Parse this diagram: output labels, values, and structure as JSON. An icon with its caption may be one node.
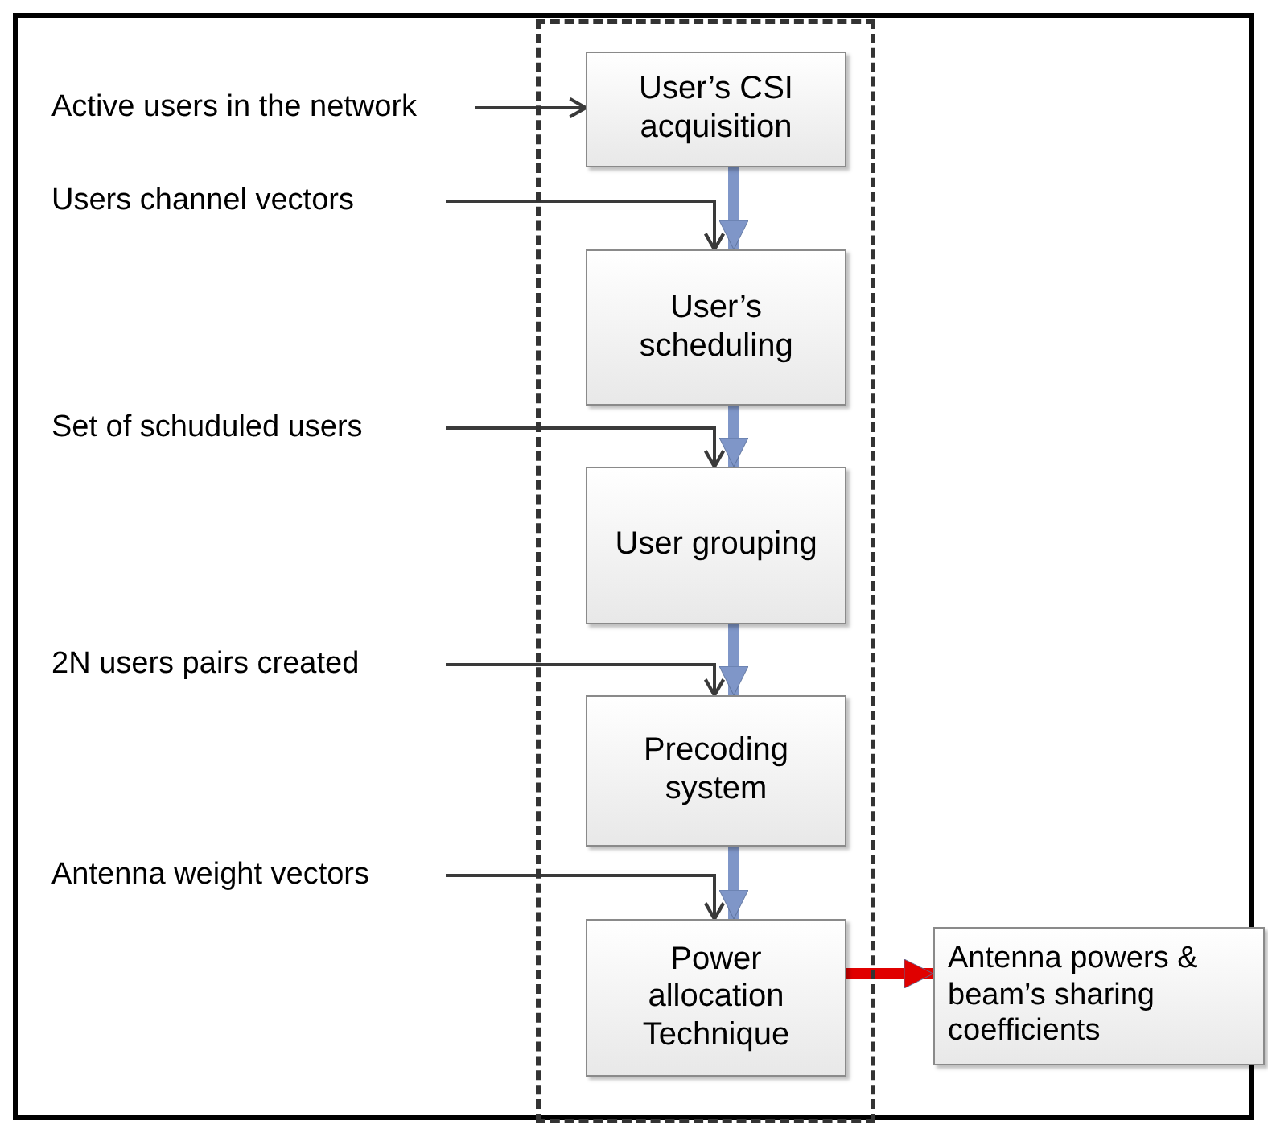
{
  "diagram": {
    "nodes": [
      {
        "text": [
          "Active users in the network"
        ]
      },
      {
        "text": [],
        "shape": "box"
      },
      {
        "text": [
          "User’s CSI acquisition"
        ],
        "in": 1
      },
      {
        "text": [
          "Users channel vectors"
        ]
      },
      {
        "text": [
          "User’s scheduling"
        ],
        "in": 1
      },
      {
        "text": [
          "Set of schuduled users"
        ]
      },
      {
        "text": [
          "User grouping"
        ],
        "in": 1
      },
      {
        "text": [
          "2N users pairs created"
        ]
      },
      {
        "text": [
          "Precoding system"
        ],
        "in": 1
      },
      {
        "text": [
          "Antenna weight vectors"
        ]
      },
      {
        "text": [
          "Power allocation Technique"
        ],
        "in": 1
      },
      {
        "text": [
          "Antenna powers & beam’s sharing coefficients"
        ]
      }
    ],
    "edges": [
      {
        "from": 0,
        "to": 2,
        "arrow": "to"
      },
      {
        "from": 2,
        "to": 4,
        "arrow": "to",
        "style": "thick",
        "color": "#7f96c8"
      },
      {
        "from": 3,
        "to": 4,
        "arrow": "to"
      },
      {
        "from": 4,
        "to": 6,
        "arrow": "to",
        "style": "thick",
        "color": "#7f96c8"
      },
      {
        "from": 5,
        "to": 6,
        "arrow": "to"
      },
      {
        "from": 6,
        "to": 8,
        "arrow": "to",
        "style": "thick",
        "color": "#7f96c8"
      },
      {
        "from": 7,
        "to": 8,
        "arrow": "to"
      },
      {
        "from": 8,
        "to": 10,
        "arrow": "to",
        "style": "thick",
        "color": "#7f96c8"
      },
      {
        "from": 9,
        "to": 10,
        "arrow": "to"
      },
      {
        "from": 10,
        "to": 11,
        "arrow": "to",
        "style": "thick",
        "color": "#e00000"
      }
    ]
  }
}
